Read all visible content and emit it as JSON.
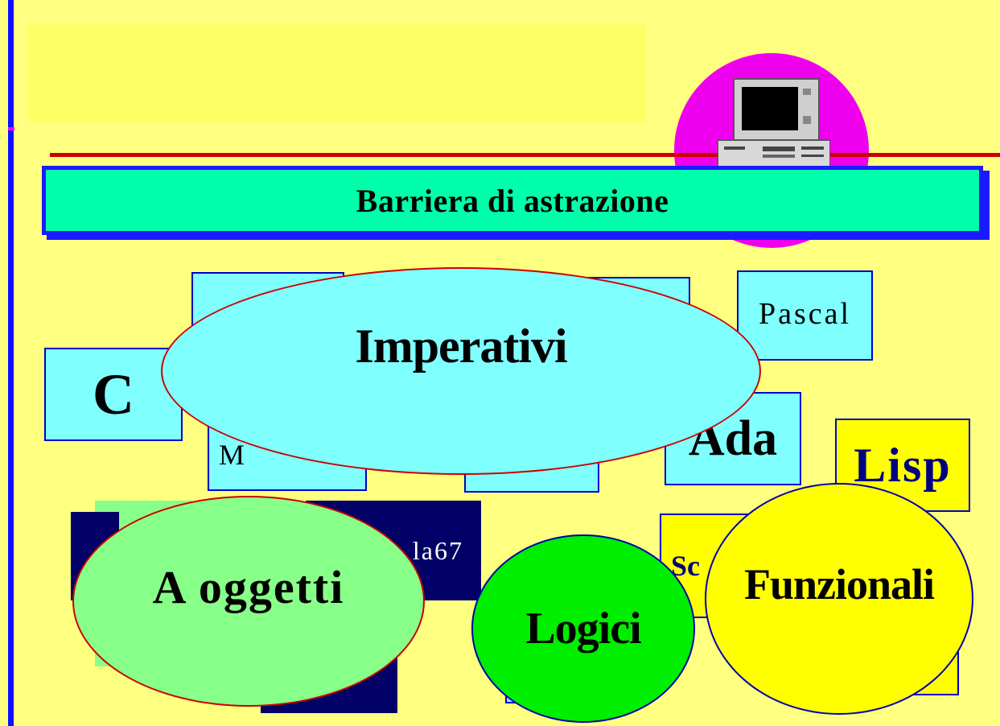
{
  "banner": {
    "label": "Barriera di astrazione"
  },
  "languages": {
    "c": "C",
    "pascal": "Pascal",
    "ada": "Ada",
    "lisp": "Lisp",
    "simula_partial": "la67",
    "modula_partial": "M",
    "scheme_partial": "Sc"
  },
  "categories": {
    "imperative": "Imperativi",
    "object_oriented": "A oggetti",
    "logical": "Logici",
    "functional": "Funzionali"
  },
  "icons": {
    "computer": "computer-icon"
  },
  "colors": {
    "background": "#ffff80",
    "banner": "#00ffaa",
    "imperative": "#80ffff",
    "object_oriented": "#88ff88",
    "logical": "#00ee00",
    "functional": "#ffff00",
    "accent_magenta": "#ee00ee",
    "rule_red": "#cc0000",
    "frame_blue": "#1a1aff"
  }
}
